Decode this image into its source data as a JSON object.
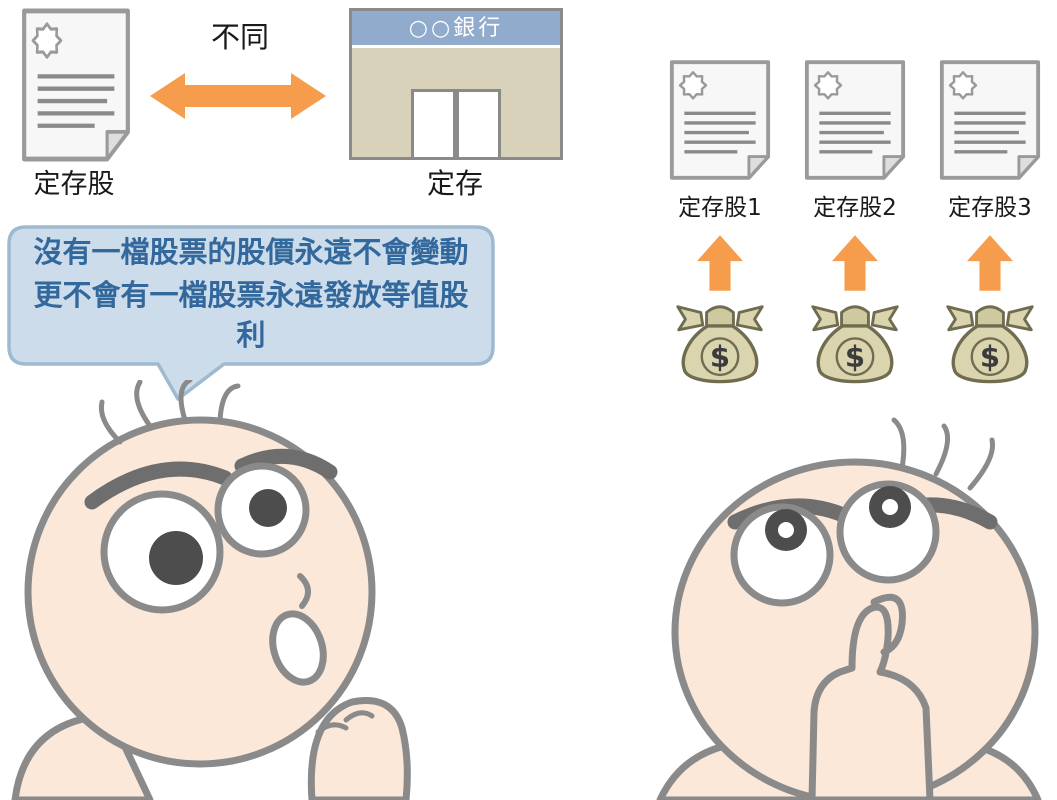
{
  "comparison": {
    "doc_label": "定存股",
    "difference_label": "不同",
    "bank_name": "○○銀行",
    "bank_label": "定存"
  },
  "speech_bubble": {
    "line1": "沒有一檔股票的股價永遠不會變動",
    "line2": "更不會有一檔股票永遠發放等值股利"
  },
  "dividend_stocks": {
    "docs": [
      {
        "label": "定存股1"
      },
      {
        "label": "定存股2"
      },
      {
        "label": "定存股3"
      }
    ],
    "money_symbol": "$"
  },
  "icons": {
    "certificate": "document-with-seal-icon",
    "bank": "bank-building-icon",
    "double_arrow": "double-headed-arrow-icon",
    "up_arrow": "up-arrow-icon",
    "money_bag": "money-bag-icon"
  },
  "colors": {
    "arrow_orange": "#F59D4D",
    "bubble_bg": "#CCDCEA",
    "bubble_border": "#9FB9CE",
    "bubble_text": "#33689C",
    "bank_header_blue": "#90ABCB",
    "bank_wall_beige": "#D8D2BB",
    "money_bag_fill": "#DAD4AF",
    "character_skin": "#FBE8D9",
    "outline_gray": "#8A8A8A"
  }
}
